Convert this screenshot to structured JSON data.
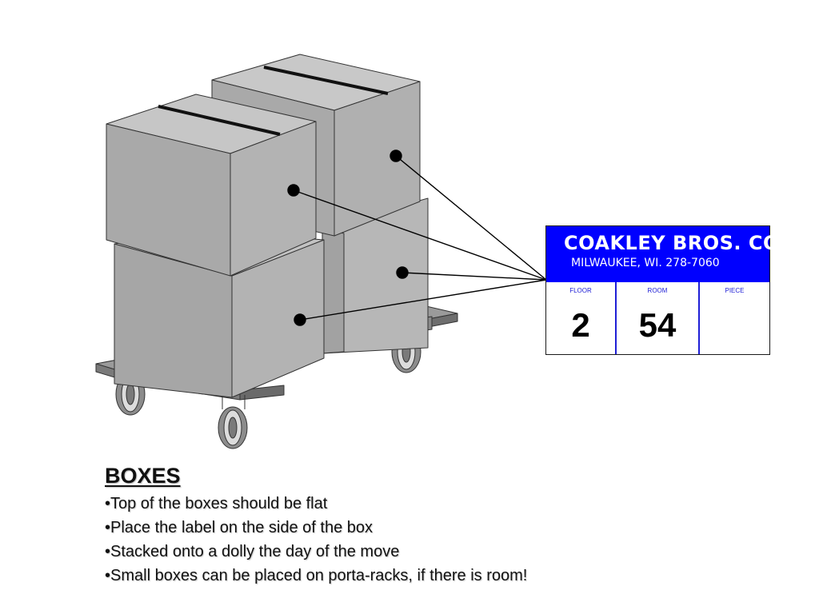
{
  "label": {
    "company_name": "COAKLEY BROS. CO.",
    "company_address": "MILWAUKEE, WI. 278-7060",
    "fields": [
      {
        "caption": "FLOOR",
        "value": "2"
      },
      {
        "caption": "ROOM",
        "value": "54"
      },
      {
        "caption": "PIECE",
        "value": ""
      }
    ]
  },
  "text": {
    "title": "BOXES",
    "bullets": [
      "•Top of the boxes should be flat",
      "•Place the label on the side of the box",
      "•Stacked onto a dolly the day of the move",
      "•Small boxes can be placed on porta-racks, if there is room!"
    ]
  },
  "colors": {
    "label_header": "#0000ff",
    "box_front": "#a9a9a9",
    "box_top": "#c4c4c4",
    "dolly": "#8a8a8a"
  },
  "icons": [
    "box-icon",
    "dolly-icon",
    "wheel-icon",
    "label-pointer-icon"
  ]
}
